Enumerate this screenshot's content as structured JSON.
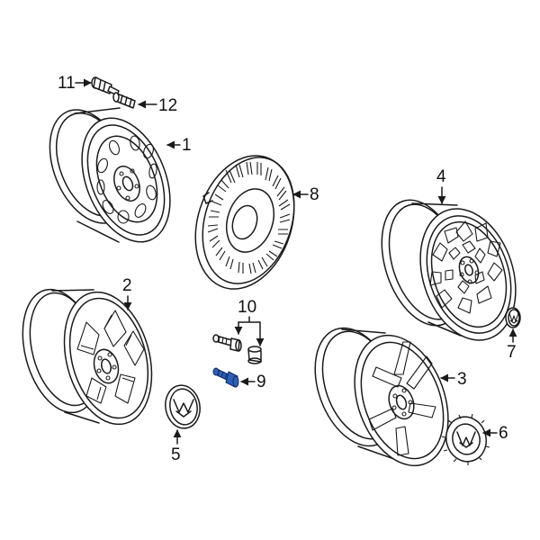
{
  "callouts": {
    "c1": "1",
    "c2": "2",
    "c3": "3",
    "c4": "4",
    "c5": "5",
    "c6": "6",
    "c7": "7",
    "c8": "8",
    "c9": "9",
    "c10": "10",
    "c11": "11",
    "c12": "12"
  },
  "colors": {
    "line": "#1a1a1a",
    "highlight": "#2f5fb5",
    "background": "#ffffff"
  }
}
